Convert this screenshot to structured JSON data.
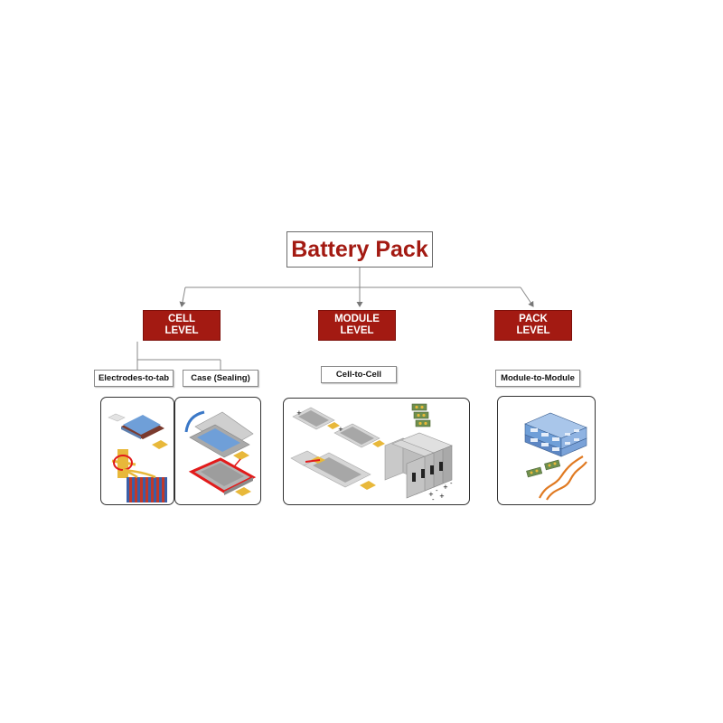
{
  "title": "Battery Pack",
  "levels": [
    {
      "line1": "CELL",
      "line2": "LEVEL"
    },
    {
      "line1": "MODULE",
      "line2": "LEVEL"
    },
    {
      "line1": "PACK",
      "line2": "LEVEL"
    }
  ],
  "joints": {
    "electrodes_to_tab": "Electrodes-to-tab",
    "case_sealing": "Case (Sealing)",
    "cell_to_cell": "Cell-to-Cell",
    "module_to_module": "Module-to-Module"
  },
  "colors": {
    "accent_red": "#a31a12",
    "cell_gray": "#9e9e9e",
    "tab_gold": "#e8b83a",
    "cell_blue": "#6f9fd8",
    "seal_red": "#e21b1b",
    "bus_green": "#6e8f4e",
    "wire_orange": "#e07a22"
  }
}
